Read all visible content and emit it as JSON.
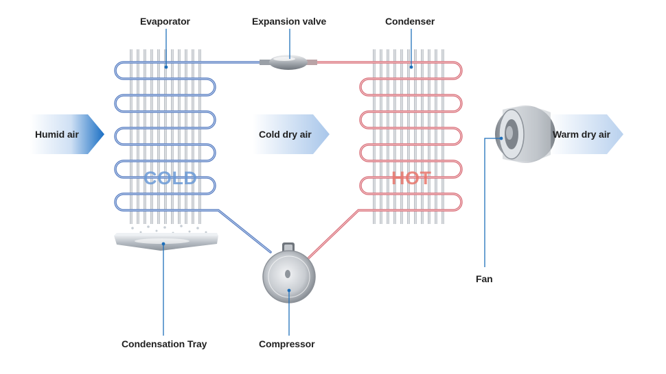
{
  "labels": {
    "evaporator": "Evaporator",
    "expansion_valve": "Expansion valve",
    "condenser": "Condenser",
    "humid_air": "Humid air",
    "cold_dry_air": "Cold dry air",
    "warm_dry_air": "Warm dry air",
    "cold": "COLD",
    "hot": "HOT",
    "fan": "Fan",
    "condensation_tray": "Condensation Tray",
    "compressor": "Compressor"
  },
  "colors": {
    "cold_pipe": "#5a7fc2",
    "hot_pipe": "#d9707a",
    "cold_text": "#6a9ad6",
    "hot_text": "#e8766c",
    "leader_line": "#1e6fba",
    "arrow_blue": "#1a6fc4",
    "fin_gray": "#c4c8cd"
  },
  "icons": {
    "fan": "centrifugal-fan-icon",
    "compressor": "compressor-icon",
    "valve": "expansion-valve-icon",
    "tray": "condensation-tray-icon"
  }
}
